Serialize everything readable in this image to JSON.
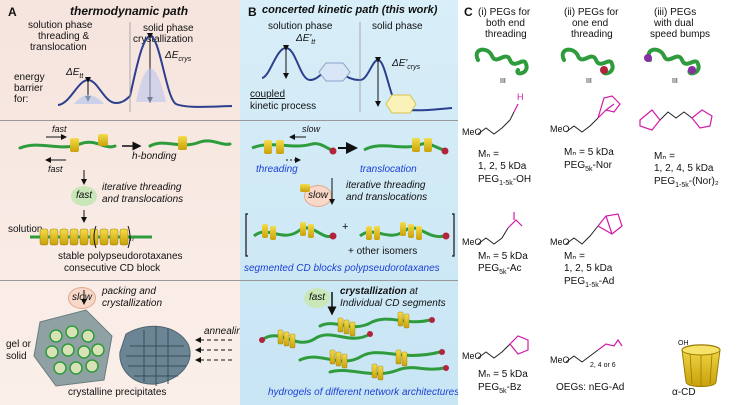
{
  "panels": {
    "A": {
      "letter": "A",
      "title": "thermodynamic path",
      "label_solution_phase": "solution phase",
      "label_threading": "threading &",
      "label_translocation": "translocation",
      "label_solid_phase": "solid phase",
      "label_crystallization": "crystallization",
      "energy_barrier": "energy",
      "barrier_for": "barrier",
      "for": "for:",
      "dE_tt": "ΔE",
      "dE_tt_sub": "tt",
      "dE_crys": "ΔE",
      "dE_crys_sub": "crys",
      "fast_top": "fast",
      "fast_bottom": "fast",
      "h_bonding": "h-bonding",
      "badge_fast": "fast",
      "iterative": "iterative threading",
      "iterative2": "and translocations",
      "solution": "solution",
      "n_sub": "n",
      "stable": "stable polypseudorotaxanes",
      "consecutive": "consecutive CD block",
      "badge_slow": "slow",
      "packing": "packing and",
      "packing2": "crystallization",
      "gel_or": "gel or",
      "solid": "solid",
      "annealing": "annealing",
      "crystalline": "crystalline precipitates"
    },
    "B": {
      "letter": "B",
      "title": "concerted kinetic path (this work)",
      "solution_phase": "solution phase",
      "solid_phase": "solid phase",
      "dE_tt": "ΔE'",
      "dE_tt_sub": "tt",
      "dE_crys": "ΔE'",
      "dE_crys_sub": "crys",
      "coupled": "coupled",
      "kinetic_process": "kinetic process",
      "slow": "slow",
      "threading": "threading",
      "translocation": "translocation",
      "badge_slow": "slow",
      "iterative": "iterative threading",
      "iterative2": "and translocations",
      "plus": "+",
      "other_isomers": "+ other isomers",
      "segmented": "segmented CD blocks polypseudorotaxanes",
      "badge_fast": "fast",
      "crystallization": "crystallization",
      "crystallization_at": "at",
      "individual": "Individual CD segments",
      "hydrogels": "hydrogels of different network architectures"
    },
    "C": {
      "letter": "C",
      "col1_title": [
        "(i) PEGs for",
        "both end",
        "threading"
      ],
      "col2_title": [
        "(ii) PEGs for",
        "one end",
        "threading"
      ],
      "col3_title": [
        "(iii) PEGs",
        "with dual",
        "speed bumps"
      ],
      "equiv": "III",
      "h_label": "H",
      "col1": [
        {
          "mn": "Mₙ =",
          "mn2": "1, 2, 5 kDa",
          "name": "PEG",
          "sub": "1-5k",
          "suffix": "-OH"
        },
        {
          "mn": "Mₙ = 5 kDa",
          "name": "PEG",
          "sub": "5k",
          "suffix": "-Ac"
        },
        {
          "mn": "Mₙ = 5 kDa",
          "name": "PEG",
          "sub": "5k",
          "suffix": "-Bz"
        }
      ],
      "col2": [
        {
          "mn": "Mₙ = 5 kDa",
          "name": "PEG",
          "sub": "5k",
          "suffix": "-Nor"
        },
        {
          "mn": "Mₙ =",
          "mn2": "1, 2, 5 kDa",
          "name": "PEG",
          "sub": "1-5k",
          "suffix": "-Ad"
        },
        {
          "name": "OEGs: nEG-Ad",
          "sub_label": "2, 4 or 6"
        }
      ],
      "col3": [
        {
          "mn": "Mₙ =",
          "mn2": "1, 2, 4, 5 kDa",
          "name": "PEG",
          "sub": "1-5k",
          "suffix": "-(Nor)₂"
        }
      ],
      "meo": "MeO",
      "oh_label": "OH",
      "six": "6",
      "cd_label": "α-CD"
    }
  },
  "colors": {
    "panelA_bg": "#f6e4de",
    "panelB_bg": "#d3ebf7",
    "accent_blue": "#1a3fd6",
    "accent_pink": "#d21aa8",
    "polymer_green": "#2e9c3c",
    "cd_yellow": "#e6c20c"
  }
}
